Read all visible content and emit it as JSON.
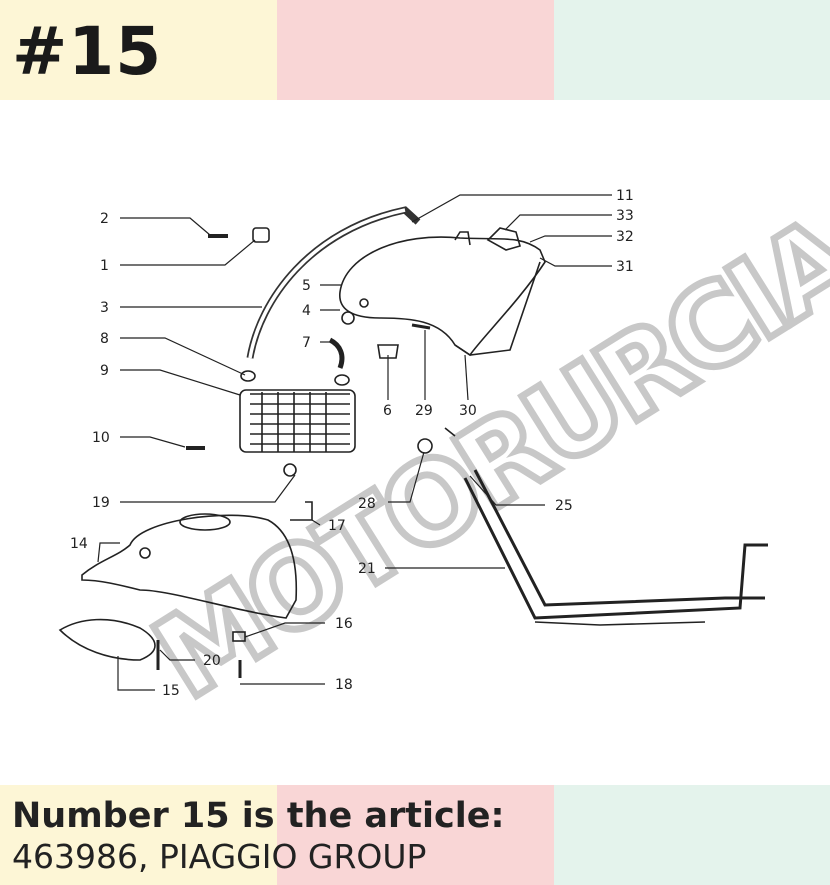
{
  "header": {
    "badge": "#15"
  },
  "footer": {
    "caption_line1": "Number 15 is the article:",
    "caption_line2": "463986, PIAGGIO GROUP"
  },
  "watermark": {
    "text": "MOTORURCIA"
  },
  "colors": {
    "cream": "#fdf6d6",
    "pink": "#f9d6d6",
    "mint": "#e4f3ec",
    "ink": "#1a1a1a"
  },
  "labels": [
    "1",
    "2",
    "3",
    "4",
    "5",
    "6",
    "7",
    "8",
    "9",
    "10",
    "11",
    "14",
    "15",
    "16",
    "17",
    "18",
    "19",
    "20",
    "21",
    "25",
    "28",
    "29",
    "30",
    "31",
    "32",
    "33"
  ]
}
